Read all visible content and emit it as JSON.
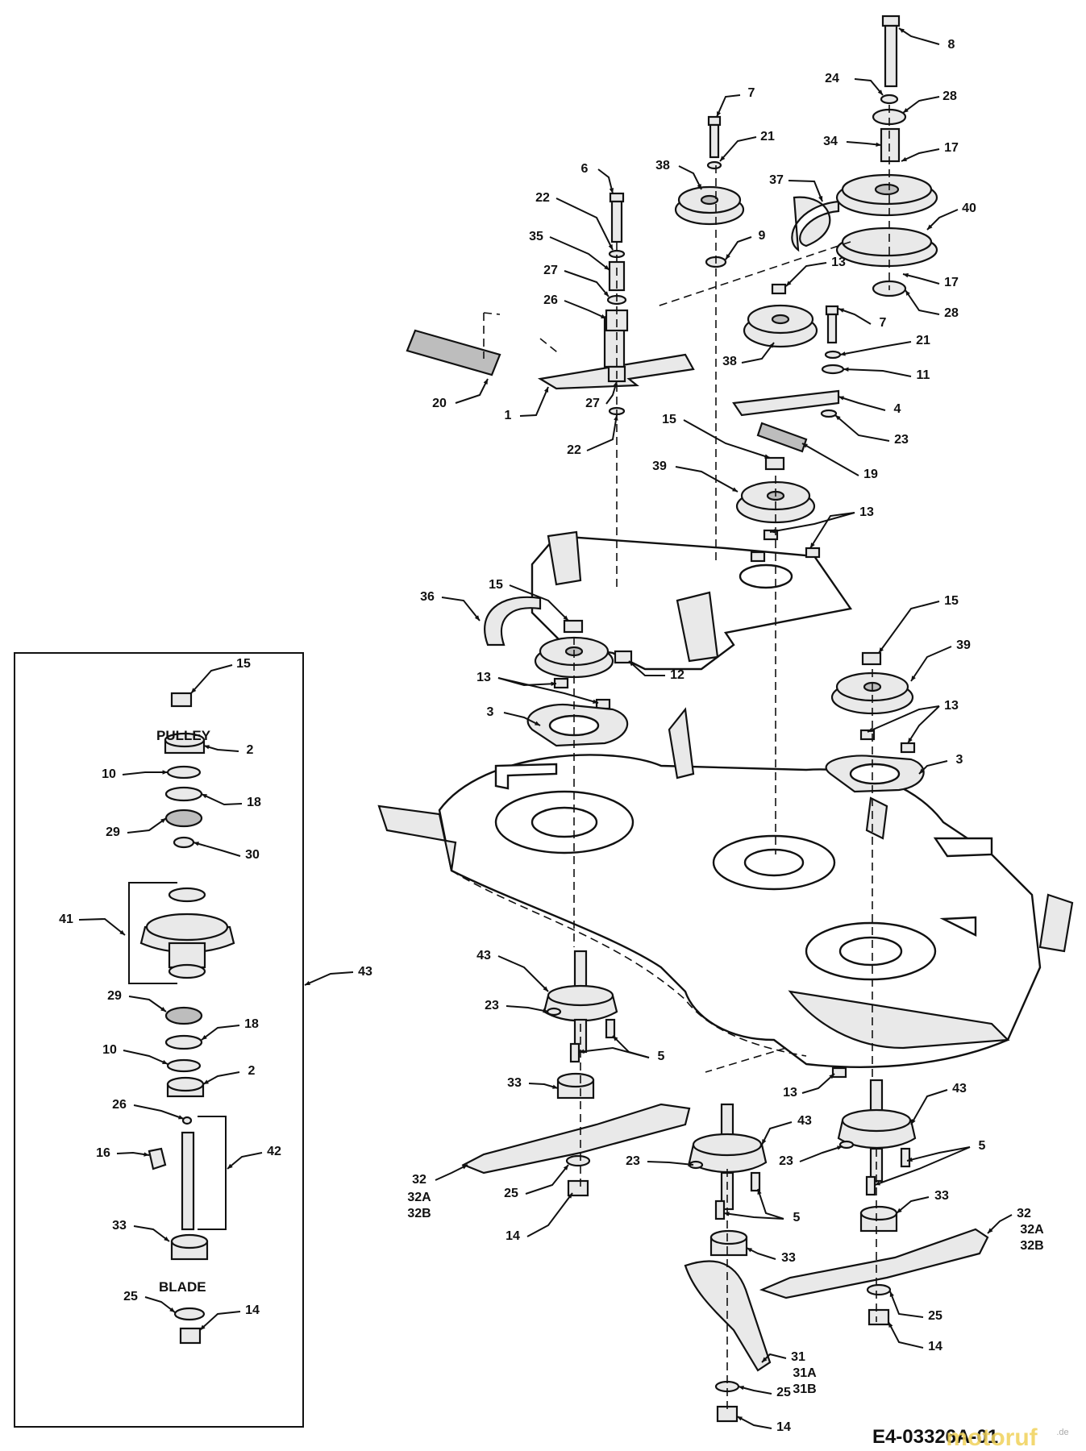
{
  "diagram": {
    "drawing_id": "E4-03326A-01",
    "watermark_logo": "motoruf",
    "watermark_suffix": ".de",
    "inset": {
      "heading_pulley": "PULLEY",
      "heading_blade": "BLADE"
    },
    "callouts": [
      {
        "id": "c-8",
        "label": "8"
      },
      {
        "id": "c-24",
        "label": "24"
      },
      {
        "id": "c-28a",
        "label": "28"
      },
      {
        "id": "c-7a",
        "label": "7"
      },
      {
        "id": "c-21a",
        "label": "21"
      },
      {
        "id": "c-34",
        "label": "34"
      },
      {
        "id": "c-17a",
        "label": "17"
      },
      {
        "id": "c-6",
        "label": "6"
      },
      {
        "id": "c-38a",
        "label": "38"
      },
      {
        "id": "c-37",
        "label": "37"
      },
      {
        "id": "c-40",
        "label": "40"
      },
      {
        "id": "c-22a",
        "label": "22"
      },
      {
        "id": "c-9",
        "label": "9"
      },
      {
        "id": "c-35",
        "label": "35"
      },
      {
        "id": "c-27a",
        "label": "27"
      },
      {
        "id": "c-13a",
        "label": "13"
      },
      {
        "id": "c-17b",
        "label": "17"
      },
      {
        "id": "c-26a",
        "label": "26"
      },
      {
        "id": "c-28b",
        "label": "28"
      },
      {
        "id": "c-7b",
        "label": "7"
      },
      {
        "id": "c-21b",
        "label": "21"
      },
      {
        "id": "c-38b",
        "label": "38"
      },
      {
        "id": "c-11",
        "label": "11"
      },
      {
        "id": "c-20",
        "label": "20"
      },
      {
        "id": "c-1",
        "label": "1"
      },
      {
        "id": "c-27b",
        "label": "27"
      },
      {
        "id": "c-4",
        "label": "4"
      },
      {
        "id": "c-23a",
        "label": "23"
      },
      {
        "id": "c-22b",
        "label": "22"
      },
      {
        "id": "c-15a",
        "label": "15"
      },
      {
        "id": "c-39a",
        "label": "39"
      },
      {
        "id": "c-19",
        "label": "19"
      },
      {
        "id": "c-13b",
        "label": "13"
      },
      {
        "id": "c-36",
        "label": "36"
      },
      {
        "id": "c-15b",
        "label": "15"
      },
      {
        "id": "c-15c",
        "label": "15"
      },
      {
        "id": "c-12",
        "label": "12"
      },
      {
        "id": "c-39b",
        "label": "39"
      },
      {
        "id": "c-13c",
        "label": "13"
      },
      {
        "id": "c-3a",
        "label": "3"
      },
      {
        "id": "c-13d",
        "label": "13"
      },
      {
        "id": "c-3b",
        "label": "3"
      },
      {
        "id": "c-43a",
        "label": "43"
      },
      {
        "id": "c-23b",
        "label": "23"
      },
      {
        "id": "c-5a",
        "label": "5"
      },
      {
        "id": "c-33a",
        "label": "33"
      },
      {
        "id": "c-13e",
        "label": "13"
      },
      {
        "id": "c-43b",
        "label": "43"
      },
      {
        "id": "c-43c",
        "label": "43"
      },
      {
        "id": "c-32a",
        "label": "32"
      },
      {
        "id": "c-32A-a",
        "label": "32A"
      },
      {
        "id": "c-32B-a",
        "label": "32B"
      },
      {
        "id": "c-23c",
        "label": "23"
      },
      {
        "id": "c-23d",
        "label": "23"
      },
      {
        "id": "c-5b",
        "label": "5"
      },
      {
        "id": "c-25a",
        "label": "25"
      },
      {
        "id": "c-14a",
        "label": "14"
      },
      {
        "id": "c-5c",
        "label": "5"
      },
      {
        "id": "c-33b",
        "label": "33"
      },
      {
        "id": "c-33c",
        "label": "33"
      },
      {
        "id": "c-32b",
        "label": "32"
      },
      {
        "id": "c-32A-b",
        "label": "32A"
      },
      {
        "id": "c-32B-b",
        "label": "32B"
      },
      {
        "id": "c-25b",
        "label": "25"
      },
      {
        "id": "c-14b",
        "label": "14"
      },
      {
        "id": "c-31",
        "label": "31"
      },
      {
        "id": "c-31A",
        "label": "31A"
      },
      {
        "id": "c-31B",
        "label": "31B"
      },
      {
        "id": "c-25c",
        "label": "25"
      },
      {
        "id": "c-14c",
        "label": "14"
      },
      {
        "id": "i-15",
        "label": "15"
      },
      {
        "id": "i-2a",
        "label": "2"
      },
      {
        "id": "i-10a",
        "label": "10"
      },
      {
        "id": "i-18a",
        "label": "18"
      },
      {
        "id": "i-29a",
        "label": "29"
      },
      {
        "id": "i-30",
        "label": "30"
      },
      {
        "id": "i-41",
        "label": "41"
      },
      {
        "id": "i-43",
        "label": "43"
      },
      {
        "id": "i-29b",
        "label": "29"
      },
      {
        "id": "i-18b",
        "label": "18"
      },
      {
        "id": "i-10b",
        "label": "10"
      },
      {
        "id": "i-2b",
        "label": "2"
      },
      {
        "id": "i-26",
        "label": "26"
      },
      {
        "id": "i-16",
        "label": "16"
      },
      {
        "id": "i-42",
        "label": "42"
      },
      {
        "id": "i-33",
        "label": "33"
      },
      {
        "id": "i-25",
        "label": "25"
      },
      {
        "id": "i-14",
        "label": "14"
      }
    ]
  }
}
